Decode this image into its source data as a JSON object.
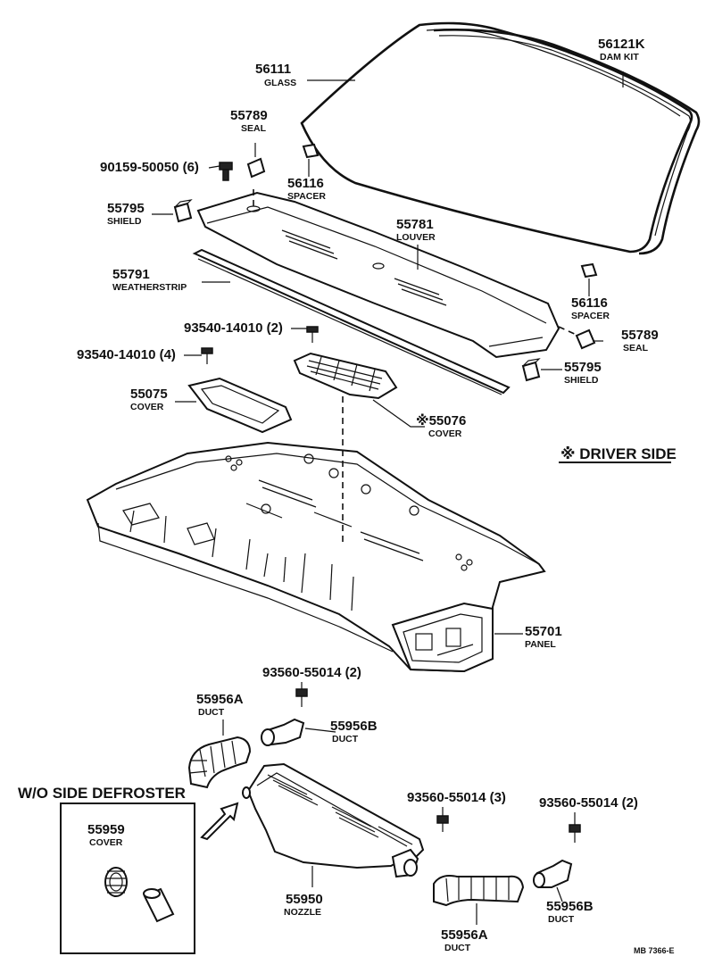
{
  "callouts": [
    {
      "id": "c-56111",
      "number": "56111",
      "name": "GLASS"
    },
    {
      "id": "c-56121k",
      "number": "56121K",
      "name": "DAM KIT"
    },
    {
      "id": "c-55789-top",
      "number": "55789",
      "name": "SEAL"
    },
    {
      "id": "c-90159",
      "number": "90159-50050 (6)",
      "name": ""
    },
    {
      "id": "c-56116-top",
      "number": "56116",
      "name": "SPACER"
    },
    {
      "id": "c-55795-left",
      "number": "55795",
      "name": "SHIELD"
    },
    {
      "id": "c-55781",
      "number": "55781",
      "name": "LOUVER"
    },
    {
      "id": "c-55791",
      "number": "55791",
      "name": "WEATHERSTRIP"
    },
    {
      "id": "c-56116-right",
      "number": "56116",
      "name": "SPACER"
    },
    {
      "id": "c-93540-2",
      "number": "93540-14010 (2)",
      "name": ""
    },
    {
      "id": "c-93540-4",
      "number": "93540-14010 (4)",
      "name": ""
    },
    {
      "id": "c-55789-right",
      "number": "55789",
      "name": "SEAL"
    },
    {
      "id": "c-55795-right",
      "number": "55795",
      "name": "SHIELD"
    },
    {
      "id": "c-55075",
      "number": "55075",
      "name": "COVER"
    },
    {
      "id": "c-55076",
      "number": "※55076",
      "name": "COVER"
    },
    {
      "id": "c-55701",
      "number": "55701",
      "name": "PANEL"
    },
    {
      "id": "c-93560-2a",
      "number": "93560-55014 (2)",
      "name": ""
    },
    {
      "id": "c-55956a-top",
      "number": "55956A",
      "name": "DUCT"
    },
    {
      "id": "c-55956b-top",
      "number": "55956B",
      "name": "DUCT"
    },
    {
      "id": "c-55959",
      "number": "55959",
      "name": "COVER"
    },
    {
      "id": "c-93560-3",
      "number": "93560-55014 (3)",
      "name": ""
    },
    {
      "id": "c-93560-2b",
      "number": "93560-55014 (2)",
      "name": ""
    },
    {
      "id": "c-55950",
      "number": "55950",
      "name": "NOZZLE"
    },
    {
      "id": "c-55956b-bot",
      "number": "55956B",
      "name": "DUCT"
    },
    {
      "id": "c-55956a-bot",
      "number": "55956A",
      "name": "DUCT"
    }
  ],
  "notes": {
    "driver_side": "※ DRIVER SIDE",
    "wo_side_defroster": "W/O SIDE DEFROSTER",
    "ref_code": "MB 7366-E"
  }
}
